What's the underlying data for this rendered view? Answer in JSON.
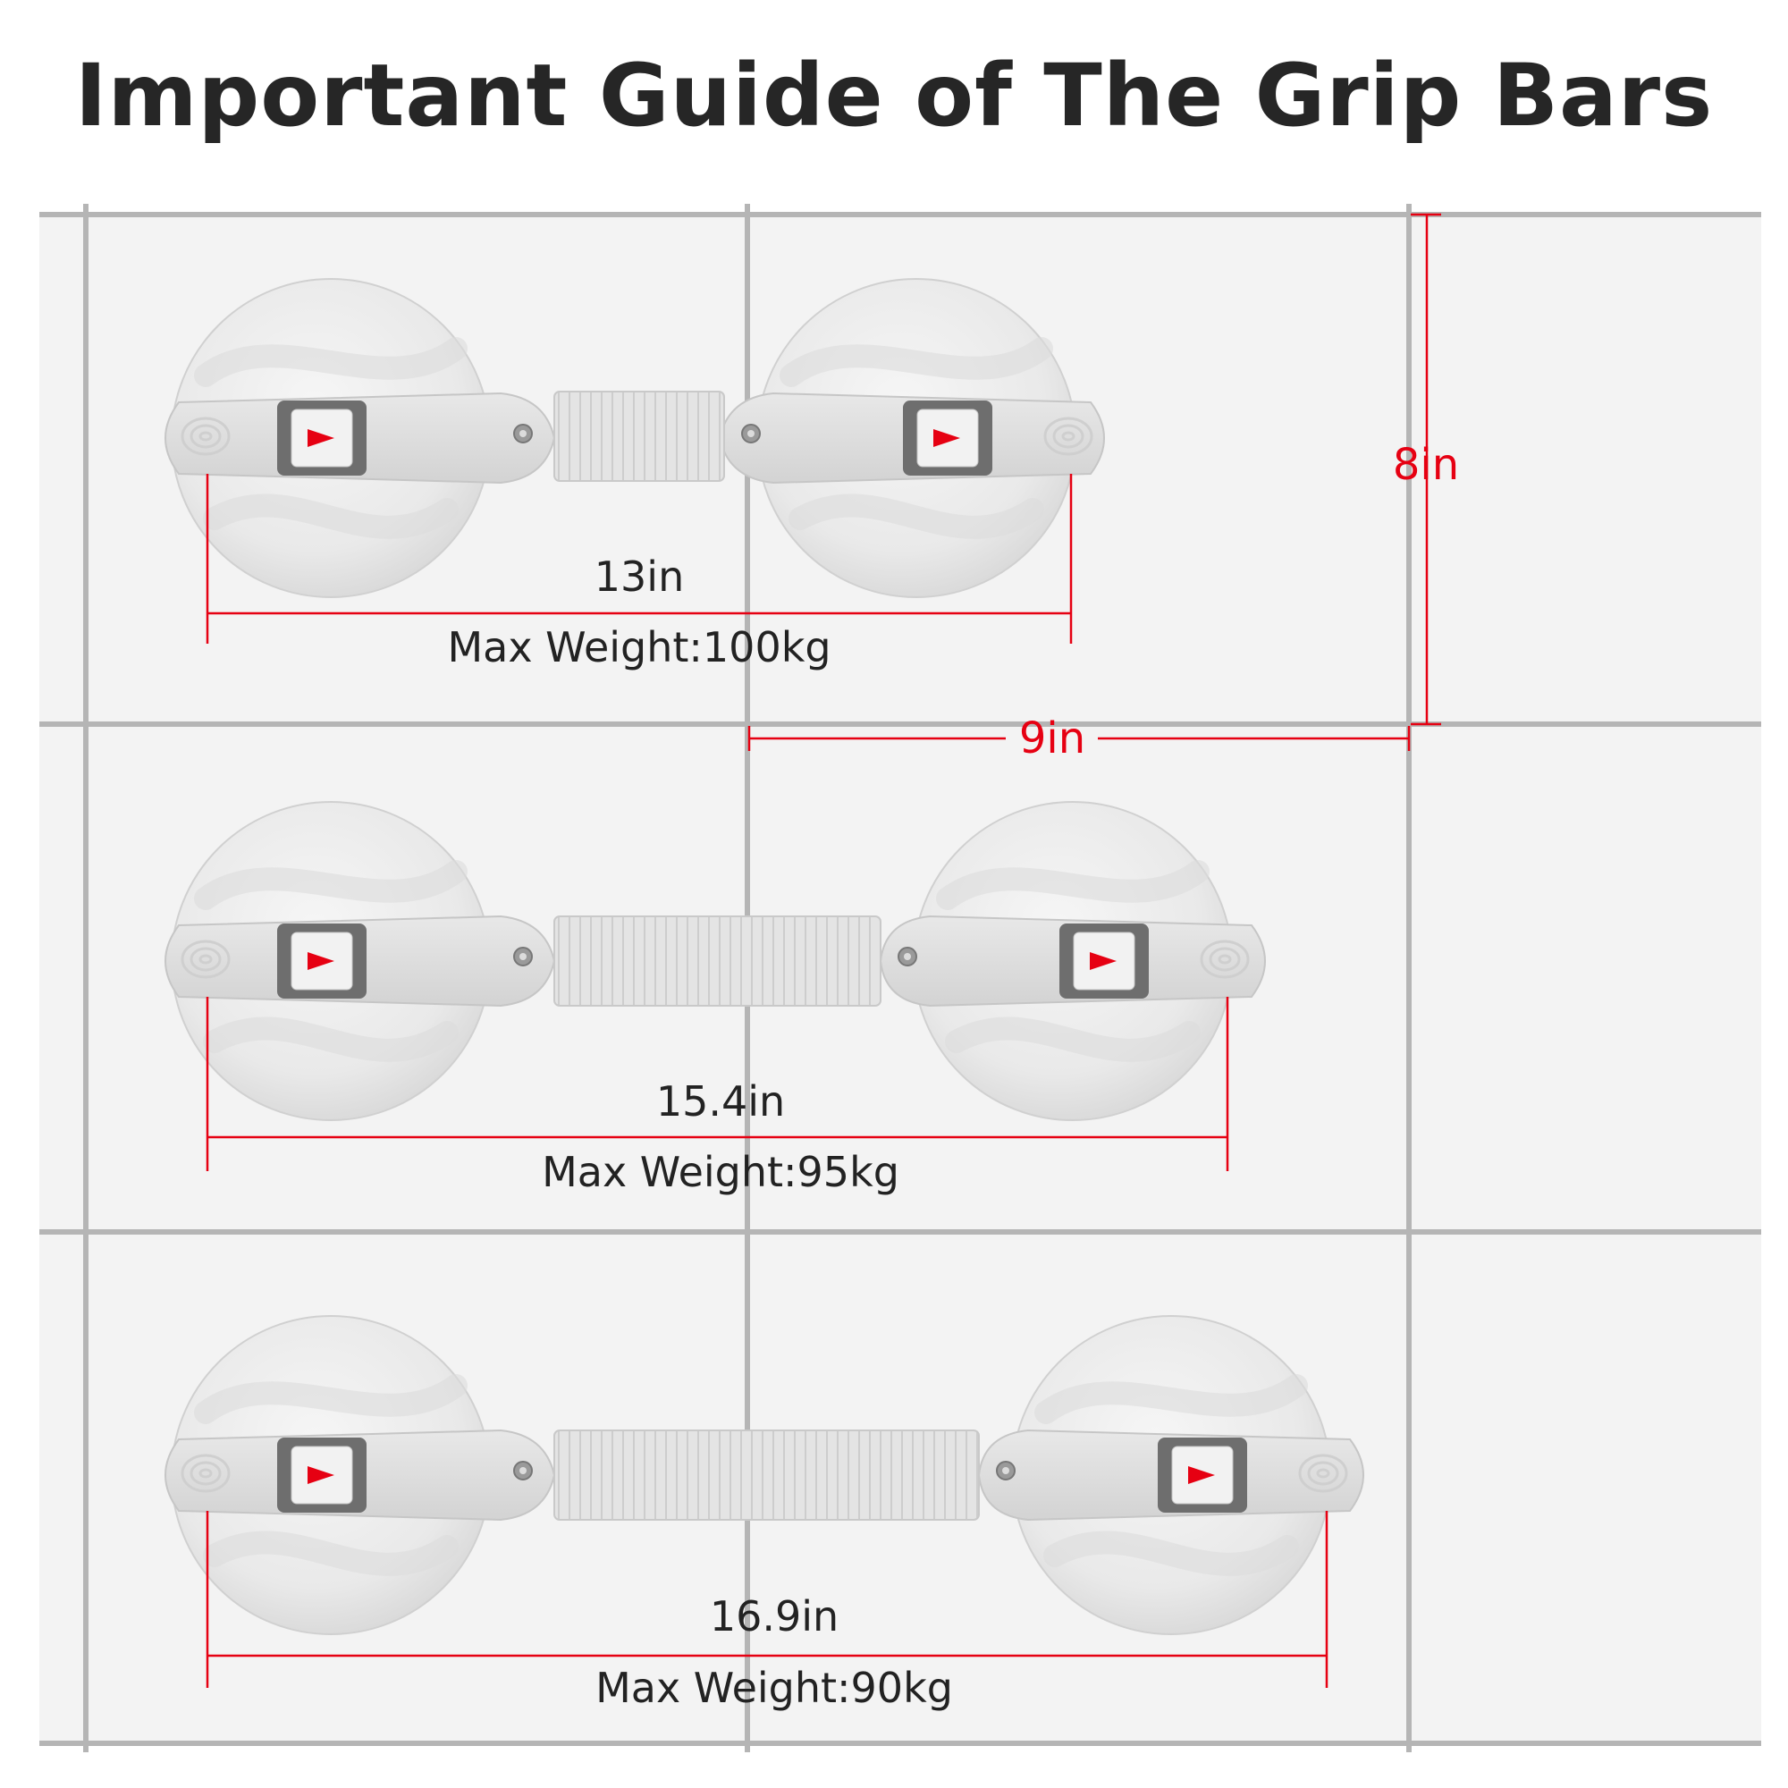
{
  "title": "Important Guide of The Grip Bars",
  "colors": {
    "dimension": "#e60012",
    "tile": "#f3f3f3",
    "grout": "#b5b5b5",
    "bar": "#e3e3e3",
    "text": "#222222"
  },
  "tile_dimensions": {
    "height_label": "8in",
    "width_label": "9in"
  },
  "grip_bars": [
    {
      "length_label": "13in",
      "weight_label": "Max Weight:100kg"
    },
    {
      "length_label": "15.4in",
      "weight_label": "Max Weight:95kg"
    },
    {
      "length_label": "16.9in",
      "weight_label": "Max Weight:90kg"
    }
  ],
  "icons": [
    "warning-triangle-icon",
    "fingerprint-icon",
    "screw-icon"
  ]
}
